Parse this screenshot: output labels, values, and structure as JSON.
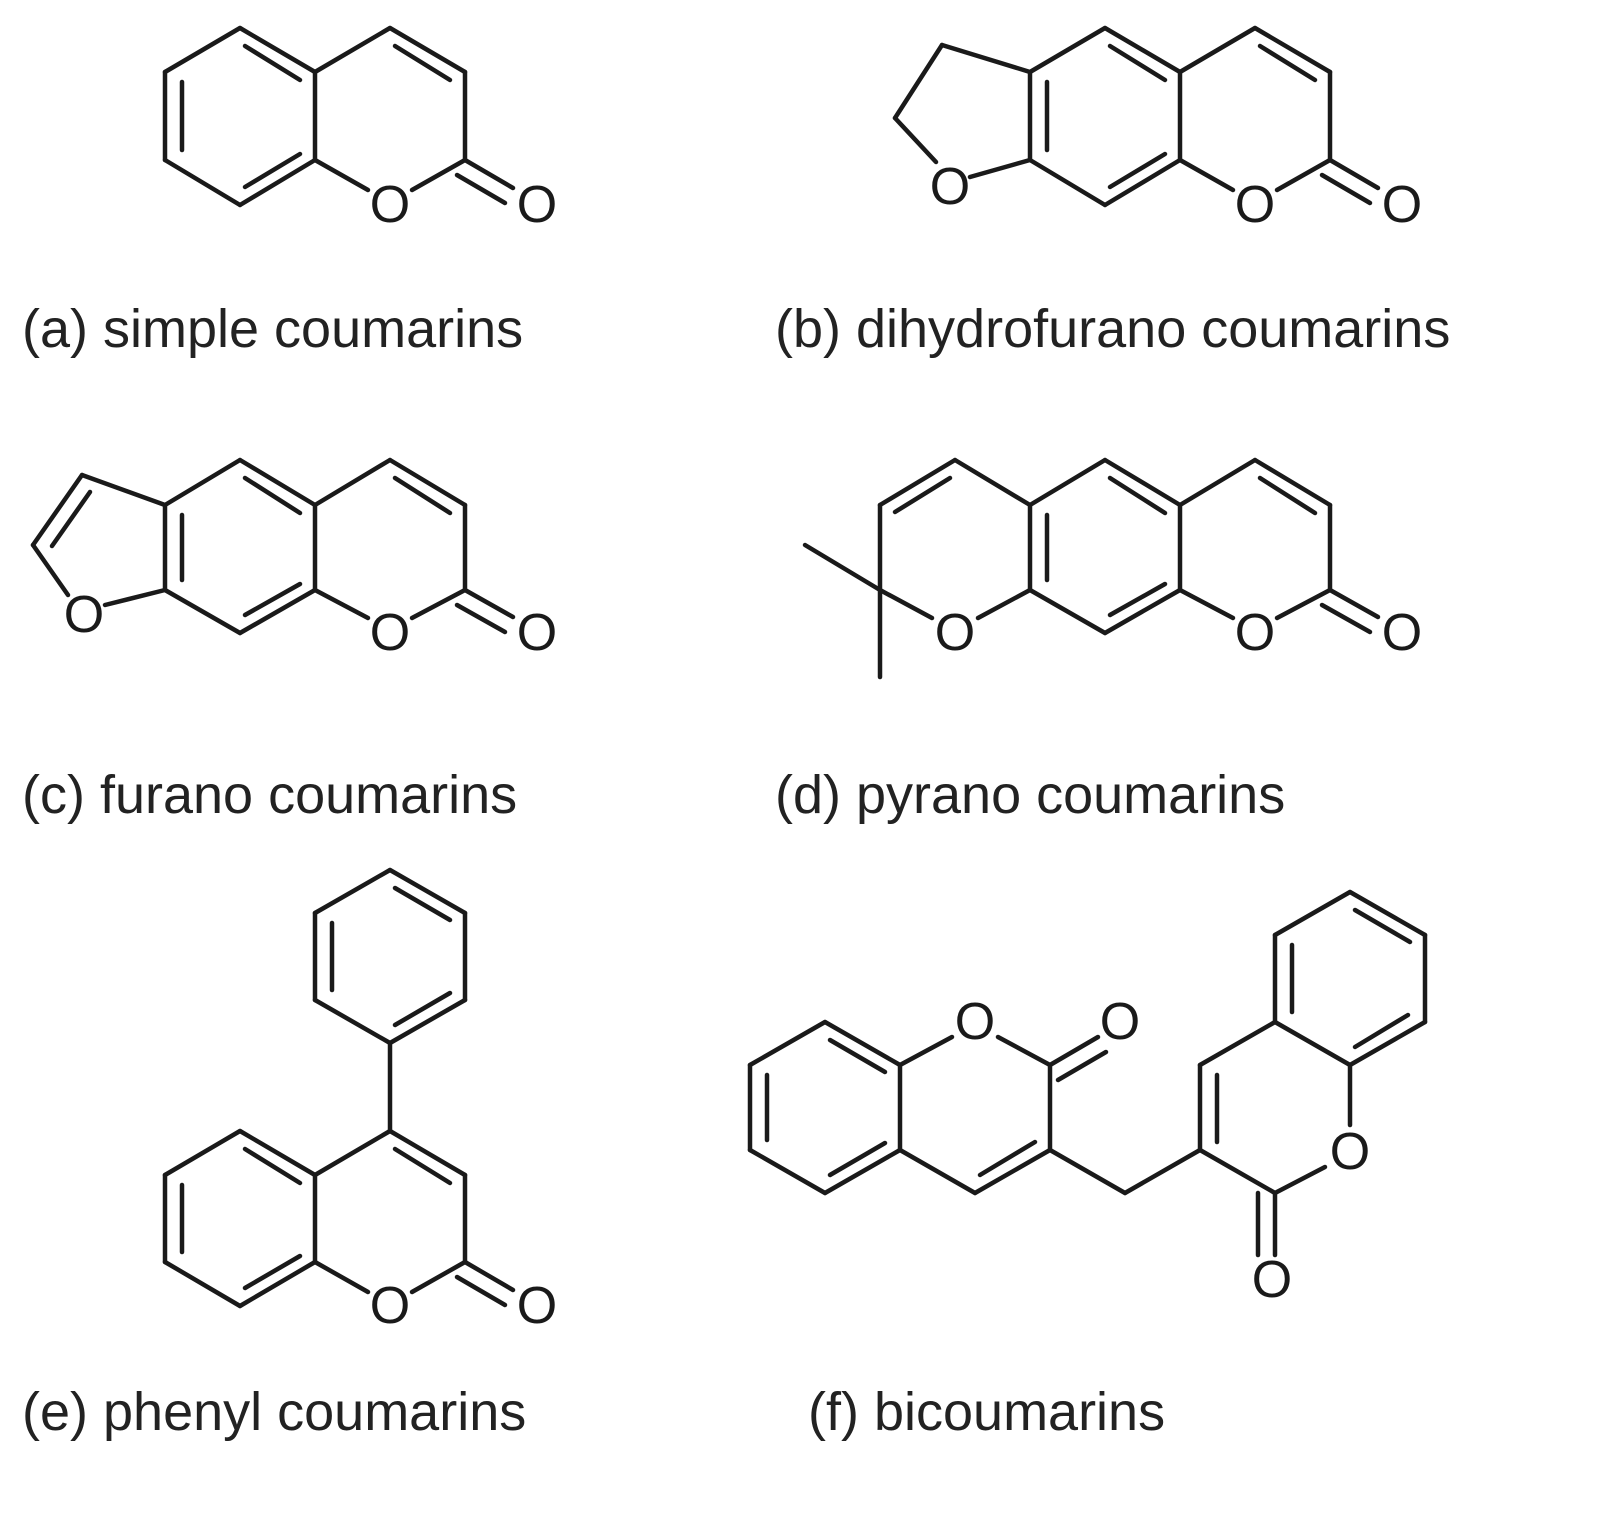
{
  "panels": [
    {
      "id": "a",
      "caption": "(a) simple coumarins",
      "atoms": [
        "O",
        "O"
      ]
    },
    {
      "id": "b",
      "caption": "(b) dihydrofurano coumarins",
      "atoms": [
        "O",
        "O",
        "O"
      ]
    },
    {
      "id": "c",
      "caption": "(c) furano coumarins",
      "atoms": [
        "O",
        "O",
        "O"
      ]
    },
    {
      "id": "d",
      "caption": "(d) pyrano coumarins",
      "atoms": [
        "O",
        "O",
        "O"
      ]
    },
    {
      "id": "e",
      "caption": "(e) phenyl coumarins",
      "atoms": [
        "O",
        "O"
      ]
    },
    {
      "id": "f",
      "caption": "(f) bicoumarins",
      "atoms": [
        "O",
        "O",
        "O",
        "O"
      ]
    }
  ]
}
